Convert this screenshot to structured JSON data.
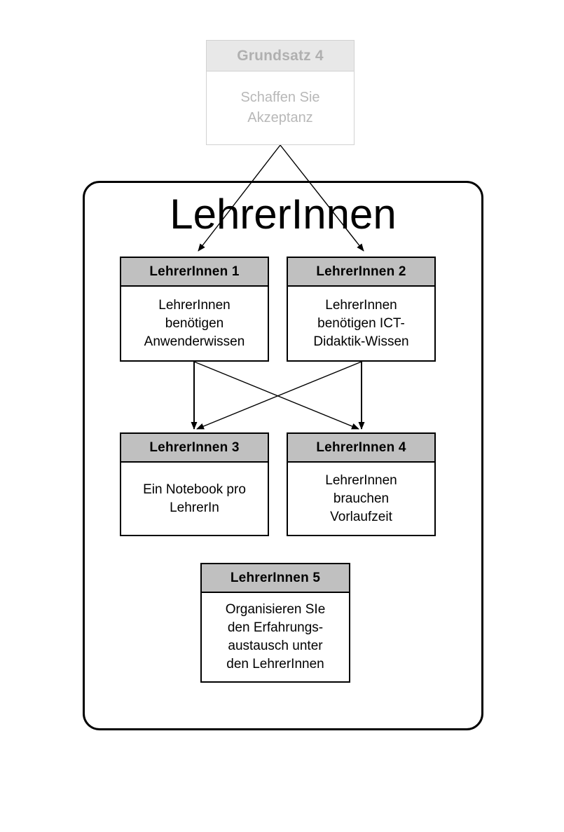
{
  "diagram": {
    "top_card": {
      "header": "Grundsatz 4",
      "body": "Schaffen Sie\nAkzeptanz",
      "state": "faded",
      "header_fill": "#e8e8e8",
      "text_color": "#b8b8b8"
    },
    "group": {
      "title": "LehrerInnen",
      "border_color": "#000000"
    },
    "cards": [
      {
        "header": "LehrerInnen 1",
        "body": "LehrerInnen\nbenötigen\nAnwenderwissen",
        "header_fill": "#c0c0c0"
      },
      {
        "header": "LehrerInnen 2",
        "body": "LehrerInnen\nbenötigen ICT-\nDidaktik-Wissen",
        "header_fill": "#c0c0c0"
      },
      {
        "header": "LehrerInnen 3",
        "body": "Ein Notebook pro\nLehrerIn",
        "header_fill": "#c0c0c0"
      },
      {
        "header": "LehrerInnen 4",
        "body": "LehrerInnen\nbrauchen\nVorlaufzeit",
        "header_fill": "#c0c0c0"
      },
      {
        "header": "LehrerInnen 5",
        "body": "Organisieren SIe\nden Erfahrungs-\naustausch unter\nden LehrerInnen",
        "header_fill": "#c0c0c0"
      }
    ],
    "connections": [
      {
        "from": "Grundsatz 4",
        "to": "LehrerInnen 1",
        "style": "arrow"
      },
      {
        "from": "Grundsatz 4",
        "to": "LehrerInnen 2",
        "style": "arrow"
      },
      {
        "from": "LehrerInnen 1",
        "to": "LehrerInnen 3",
        "style": "arrow"
      },
      {
        "from": "LehrerInnen 1",
        "to": "LehrerInnen 4",
        "style": "arrow"
      },
      {
        "from": "LehrerInnen 2",
        "to": "LehrerInnen 3",
        "style": "arrow"
      },
      {
        "from": "LehrerInnen 2",
        "to": "LehrerInnen 4",
        "style": "arrow"
      }
    ]
  }
}
